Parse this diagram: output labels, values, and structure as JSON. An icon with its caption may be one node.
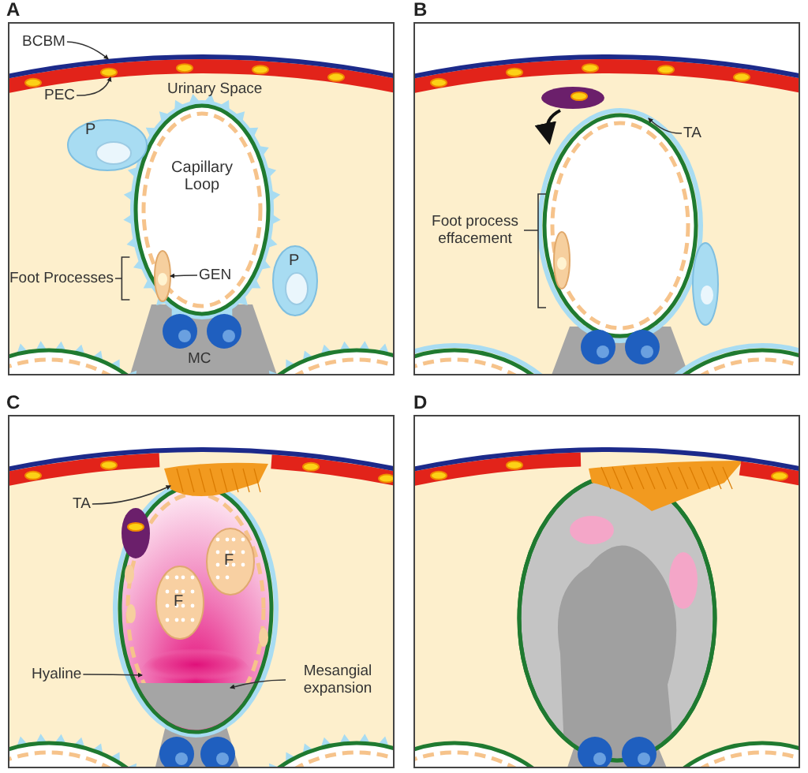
{
  "diagram": {
    "nodes": [
      {
        "text": [
          "BCBM"
        ]
      },
      {
        "text": [
          "PEC"
        ]
      },
      {
        "text": [
          "Capillary Loop"
        ]
      },
      {
        "text": [
          "GEN"
        ],
        "in": 2
      },
      {
        "text": [
          "Foot Processes"
        ]
      },
      {
        "text": [
          "P"
        ]
      },
      {
        "text": [
          "P"
        ]
      },
      {
        "text": [
          "TA"
        ]
      },
      {
        "text": [
          "Foot process effacement"
        ]
      },
      {
        "text": [
          "TA"
        ]
      },
      {
        "text": [
          "F"
        ]
      },
      {
        "text": [
          "F"
        ]
      },
      {
        "text": [
          "Hyaline"
        ]
      },
      {
        "text": [
          "Mesangial expansion"
        ]
      },
      {
        "text": [],
        "shape": "bar"
      },
      {
        "text": [],
        "shape": "band"
      },
      {
        "text": [],
        "shape": "ellipse",
        "in": 2
      },
      {
        "text": [],
        "shape": "band"
      },
      {
        "text": [],
        "shape": "ellipse"
      },
      {
        "text": [],
        "shape": "band"
      },
      {
        "text": [],
        "shape": "band"
      },
      {
        "text": [],
        "shape": "ellipse"
      },
      {
        "text": [],
        "shape": "region"
      }
    ],
    "edges": [
      {
        "from": 0,
        "to": 14,
        "arrow": "to"
      },
      {
        "from": 1,
        "to": 15,
        "arrow": "to"
      },
      {
        "from": 3,
        "to": 16,
        "arrow": "to"
      },
      {
        "from": 4,
        "to": 17,
        "arrow": "none"
      },
      {
        "from": 7,
        "to": 18,
        "arrow": "to"
      },
      {
        "from": 8,
        "to": 19,
        "arrow": "none"
      },
      {
        "from": 9,
        "to": 20,
        "arrow": "to"
      },
      {
        "from": 12,
        "to": 21,
        "arrow": "to"
      },
      {
        "from": 13,
        "to": 22,
        "arrow": "to"
      }
    ],
    "labels": [
      "A",
      "Urinary Space",
      "MC",
      "B",
      "C",
      "D"
    ]
  }
}
